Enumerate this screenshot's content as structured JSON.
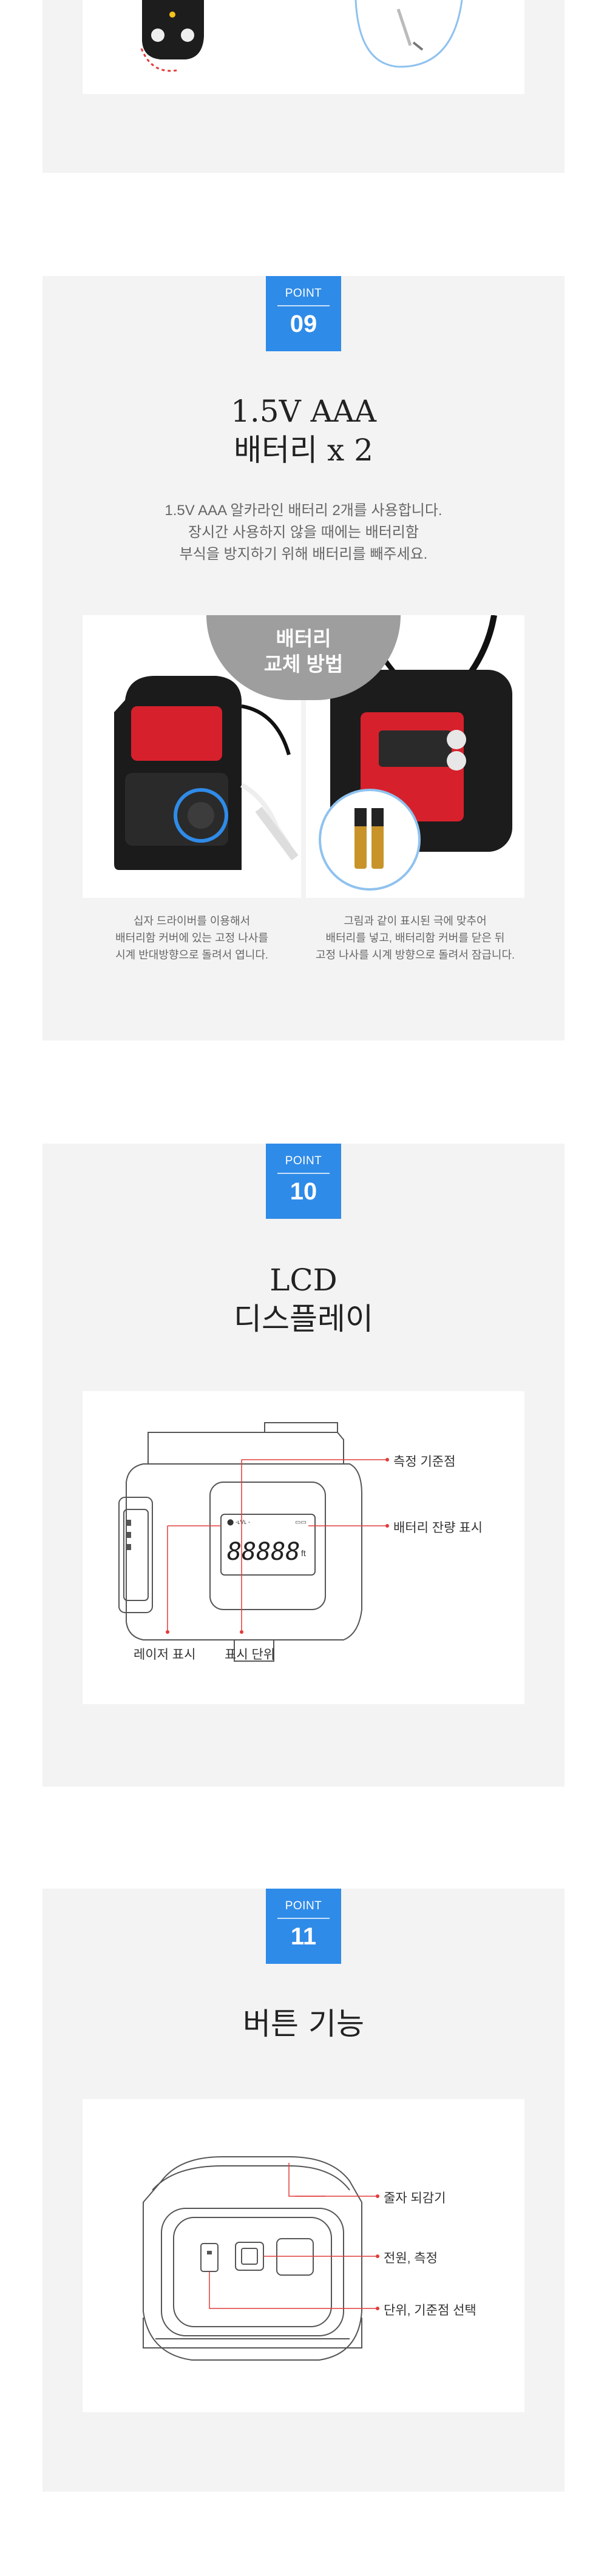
{
  "colors": {
    "accent": "#2f8be8",
    "panel_bg": "#f3f3f3",
    "callout_red": "#e23b3b",
    "device_red": "#d6202c"
  },
  "sections": [
    {
      "badge_label": "POINT",
      "badge_number": "09",
      "title_line1": "1.5V AAA",
      "title_line2": "배터리 x 2",
      "desc_line1": "1.5V AAA 알카라인 배터리 2개를 사용합니다.",
      "desc_line2": "장시간 사용하지 않을 때에는 배터리함",
      "desc_line3": "부식을 방지하기 위해 배터리를 빼주세요.",
      "overlay_line1": "배터리",
      "overlay_line2": "교체 방법",
      "left_caption": [
        "십자 드라이버를 이용해서",
        "배터리함 커버에 있는 고정 나사를",
        "시계 반대방향으로 돌려서 엽니다."
      ],
      "right_caption": [
        "그림과 같이 표시된 극에 맞추어",
        "배터리를 넣고, 배터리함 커버를 닫은 뒤",
        "고정 나사를 시계 방향으로 돌려서 잠급니다."
      ]
    },
    {
      "badge_label": "POINT",
      "badge_number": "10",
      "title_line1": "LCD",
      "title_line2": "디스플레이",
      "callouts": [
        "측정 기준점",
        "배터리 잔량 표시",
        "레이저 표시",
        "표시 단위"
      ],
      "lcd_digits": "88888",
      "lcd_unit": "ft"
    },
    {
      "badge_label": "POINT",
      "badge_number": "11",
      "title_line1": "버튼 기능",
      "callouts": [
        "줄자 되감기",
        "전원, 측정",
        "단위, 기준점 선택"
      ]
    }
  ]
}
